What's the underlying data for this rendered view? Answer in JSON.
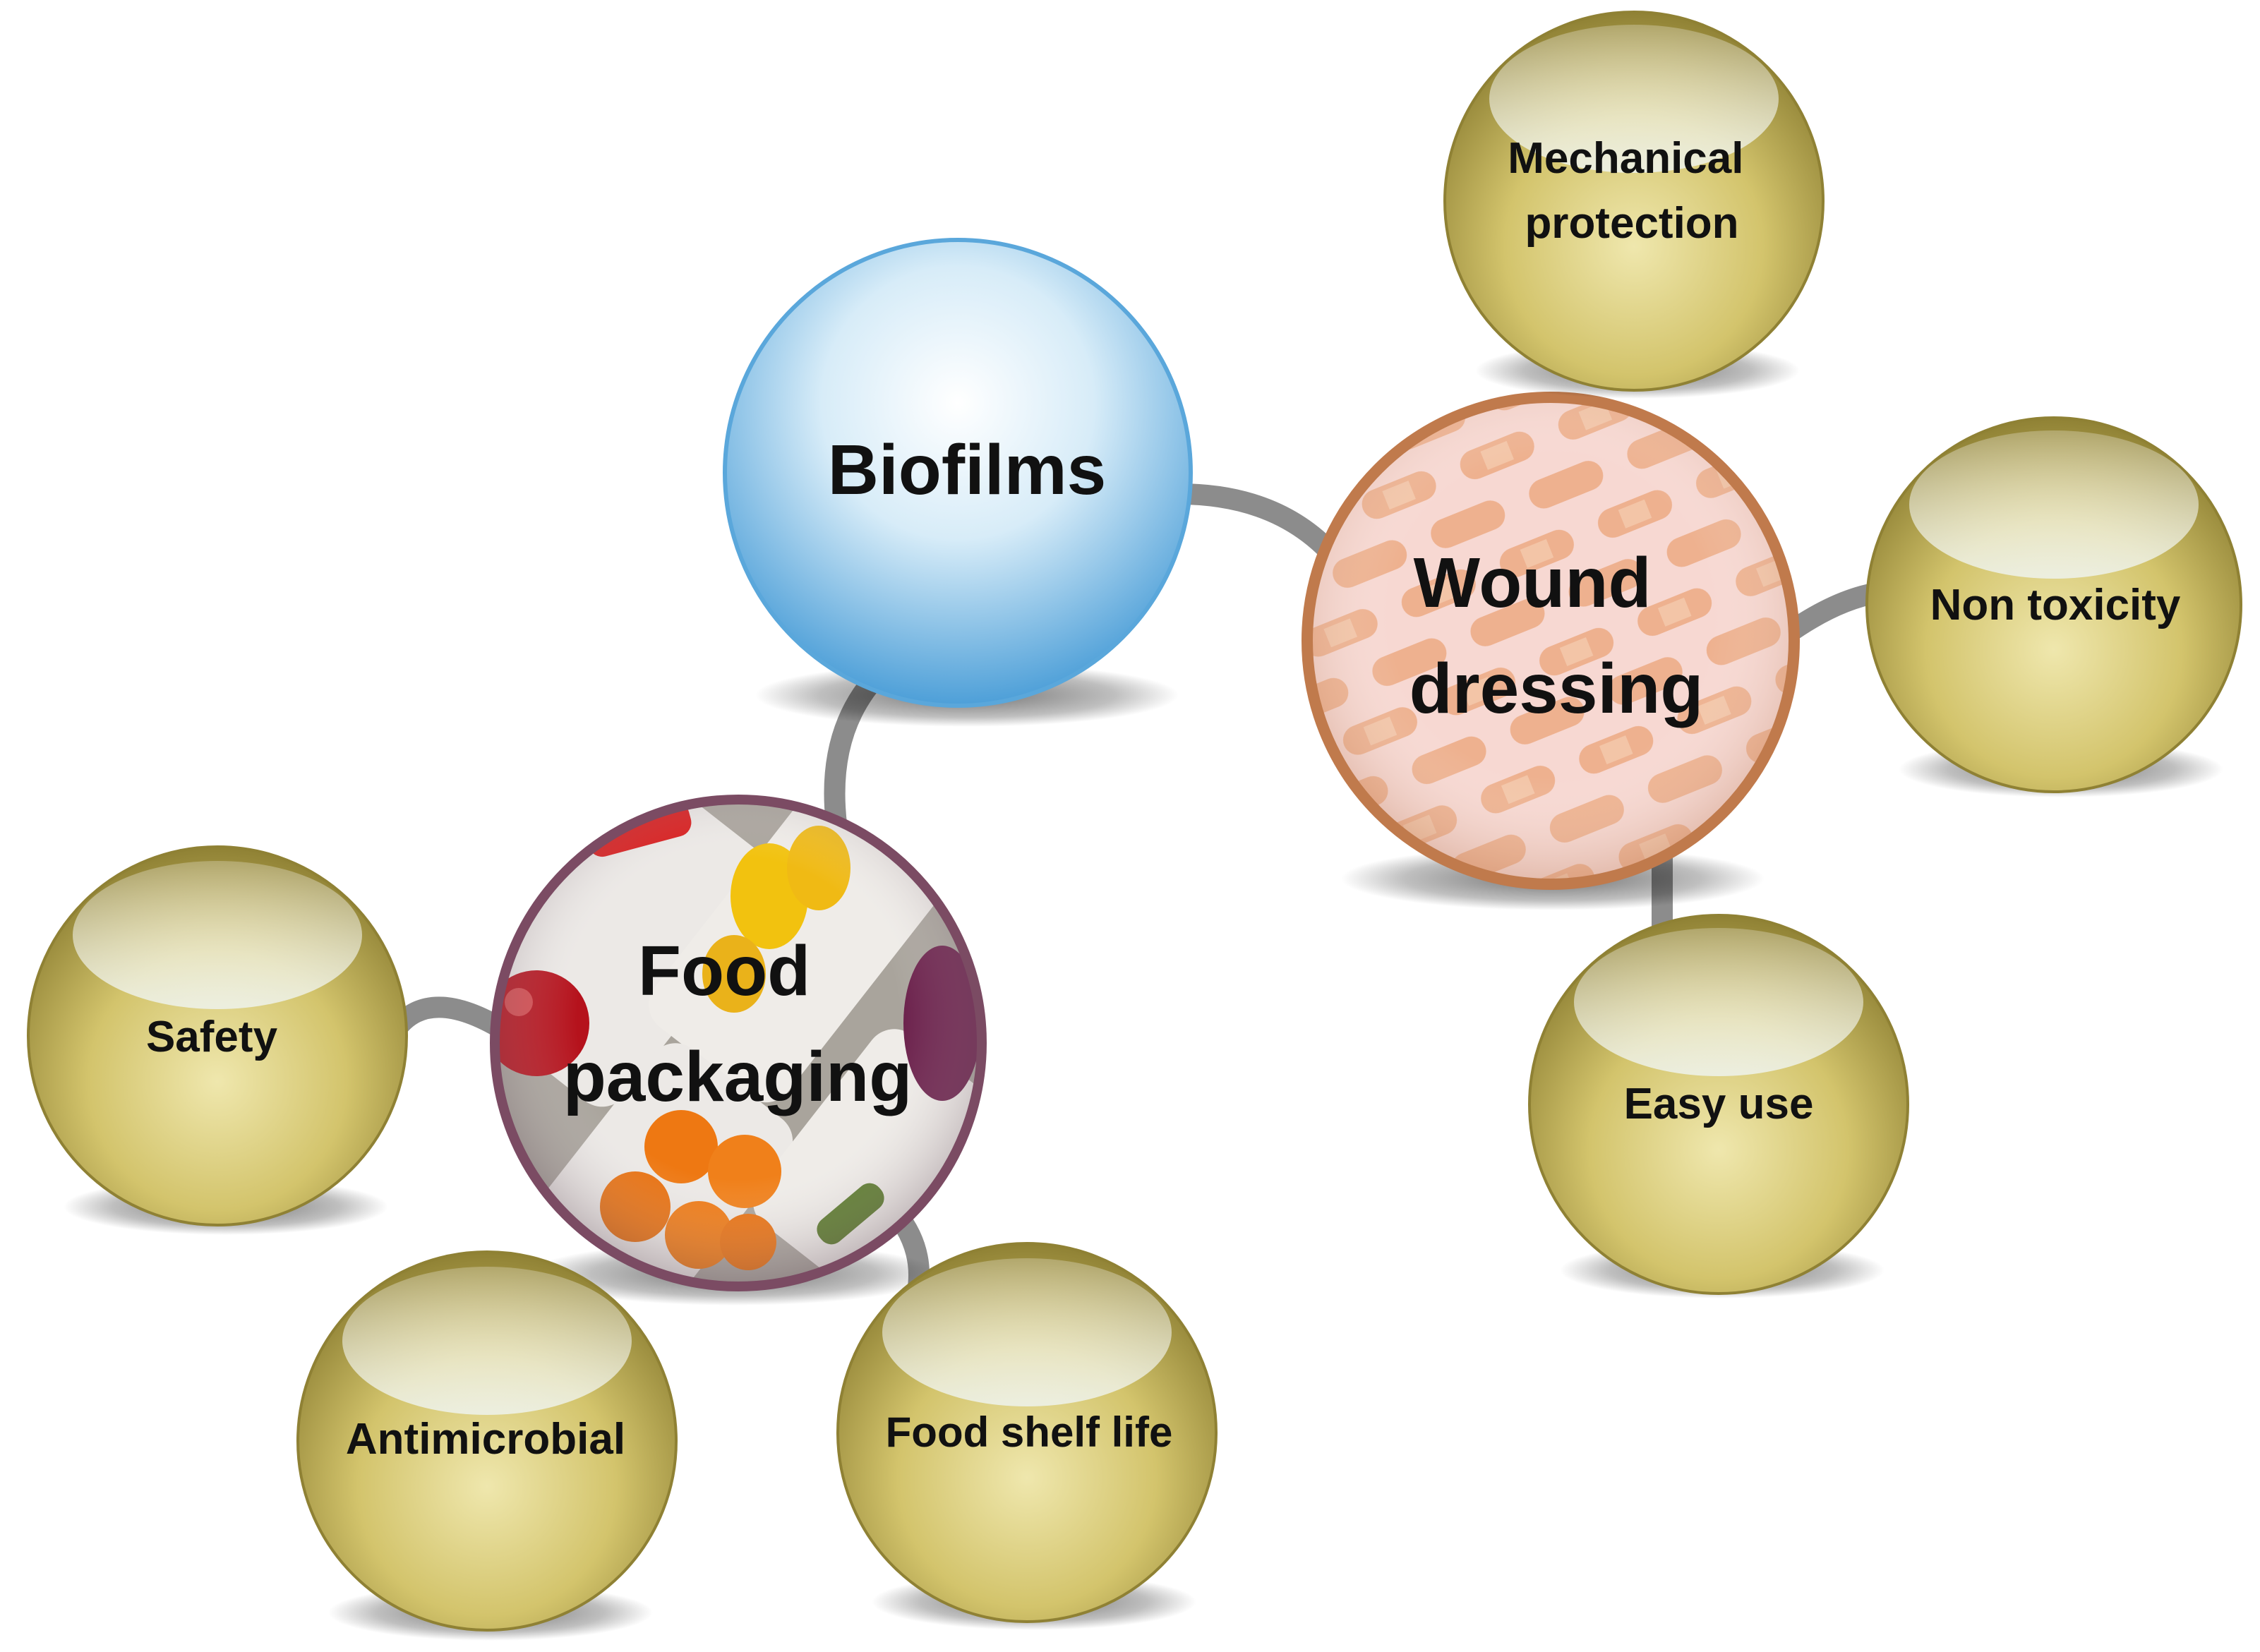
{
  "diagram": {
    "center": {
      "label": "Biofilms"
    },
    "applications": [
      {
        "id": "wound-dressing",
        "label_lines": [
          "Wound",
          "dressing"
        ],
        "properties": [
          {
            "id": "mechanical-protection",
            "label_lines": [
              "Mechanical",
              "protection"
            ]
          },
          {
            "id": "non-toxicity",
            "label_lines": [
              "Non toxicity"
            ]
          },
          {
            "id": "easy-use",
            "label_lines": [
              "Easy use"
            ]
          }
        ]
      },
      {
        "id": "food-packaging",
        "label_lines": [
          "Food",
          "packaging"
        ],
        "properties": [
          {
            "id": "safety",
            "label_lines": [
              "Safety"
            ]
          },
          {
            "id": "antimicrobial",
            "label_lines": [
              "Antimicrobial"
            ]
          },
          {
            "id": "food-shelf-life",
            "label_lines": [
              "Food shelf life"
            ]
          }
        ]
      }
    ],
    "colors": {
      "center_sphere": "#7db8e0",
      "wound_sphere": "#f3c9b8",
      "food_sphere": "#b9b3a8",
      "property_sphere": "#c9b95a",
      "connector": "#8c8c8c"
    }
  }
}
